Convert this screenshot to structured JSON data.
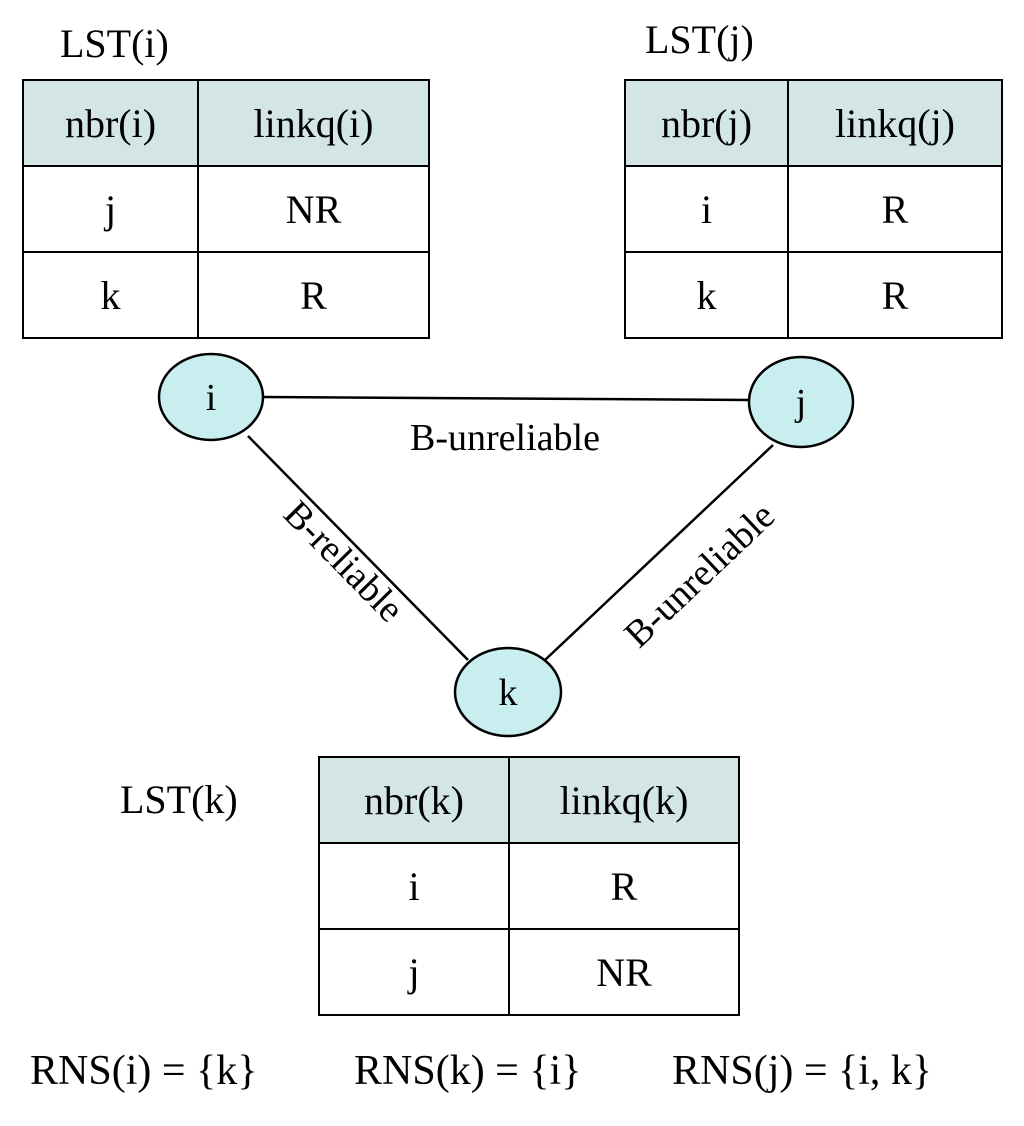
{
  "tables": {
    "i": {
      "title": "LST(i)",
      "headers": [
        "nbr(i)",
        "linkq(i)"
      ],
      "rows": [
        [
          "j",
          "NR"
        ],
        [
          "k",
          "R"
        ]
      ]
    },
    "j": {
      "title": "LST(j)",
      "headers": [
        "nbr(j)",
        "linkq(j)"
      ],
      "rows": [
        [
          "i",
          "R"
        ],
        [
          "k",
          "R"
        ]
      ]
    },
    "k": {
      "title": "LST(k)",
      "headers": [
        "nbr(k)",
        "linkq(k)"
      ],
      "rows": [
        [
          "i",
          "R"
        ],
        [
          "j",
          "NR"
        ]
      ]
    }
  },
  "nodes": {
    "i": "i",
    "j": "j",
    "k": "k"
  },
  "edges": {
    "ij": "B-unreliable",
    "ik": "B-reliable",
    "jk": "B-unreliable"
  },
  "rns": [
    "RNS(i) = {k}",
    "RNS(k) = {i}",
    "RNS(j) = {i, k}"
  ],
  "colors": {
    "node_fill": "#c8eef0",
    "header_fill": "#d3e6e5"
  }
}
